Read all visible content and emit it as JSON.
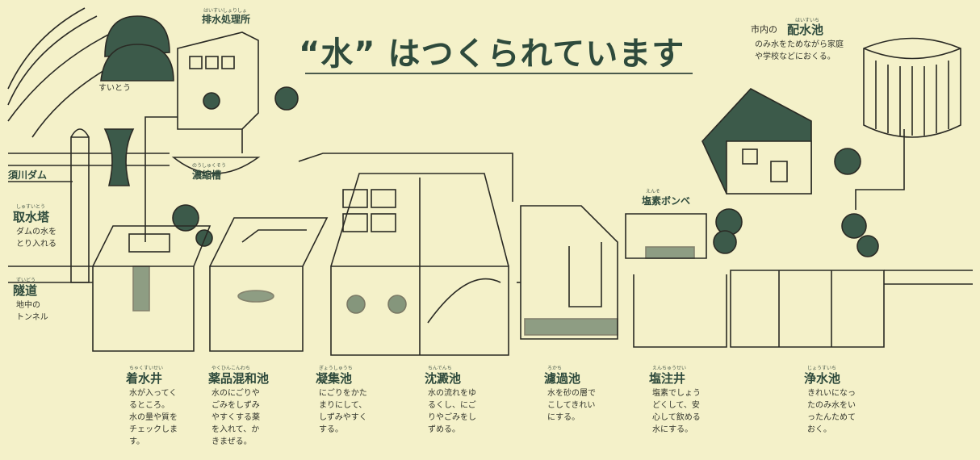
{
  "title": "“水” はつくられています",
  "dam": "須川ダム",
  "river_label": "すいとう",
  "sludge_plant": {
    "label": "排水処理所",
    "ruby": "はいすいしょりしょ"
  },
  "thickener": {
    "label": "濃縮槽",
    "ruby": "のうしゅくそう"
  },
  "chlorine_cylinder": {
    "label": "塩素ボンベ",
    "ruby": "えんそ"
  },
  "distribution_reservoir": {
    "prefix": "市内の",
    "label": "配水池",
    "ruby": "はいすいち",
    "desc": "のみ水をためながら家庭\nや学校などにおくる。"
  },
  "intake_tower": {
    "label": "取水塔",
    "ruby": "しゅすいとう",
    "desc": "ダムの水を\nとり入れる"
  },
  "tunnel": {
    "label": "隧道",
    "ruby": "ずいどう",
    "desc": "地中の\nトンネル"
  },
  "stages": [
    {
      "label": "着水井",
      "ruby": "ちゃくすいせい",
      "desc": "水が入ってく\nるところ。\n水の量や質を\nチェックしま\nす。"
    },
    {
      "label": "薬品混和池",
      "ruby": "やくひんこんわち",
      "desc": "水のにごりや\nごみをしずみ\nやすくする薬\nを入れて、か\nきまぜる。"
    },
    {
      "label": "凝集池",
      "ruby": "ぎょうしゅうち",
      "desc": "にごりをかた\nまりにして、\nしずみやすく\nする。"
    },
    {
      "label": "沈澱池",
      "ruby": "ちんでんち",
      "desc": "水の流れをゆ\nるくし、にご\nりやごみをし\nずめる。"
    },
    {
      "label": "濾過池",
      "ruby": "ろかち",
      "desc": "水を砂の層で\nこしてきれい\nにする。"
    },
    {
      "label": "塩注井",
      "ruby": "えんちゅうせい",
      "desc": "塩素でしょう\nどくして、安\n心して飲める\n水にする。"
    },
    {
      "label": "浄水池",
      "ruby": "じょうすいち",
      "desc": "きれいになっ\nたのみ水をい\nったんためて\nおく。"
    }
  ],
  "colors": {
    "background": "#f4f1c9",
    "ink": "#2a2a24",
    "green": "#2e4a3c"
  }
}
